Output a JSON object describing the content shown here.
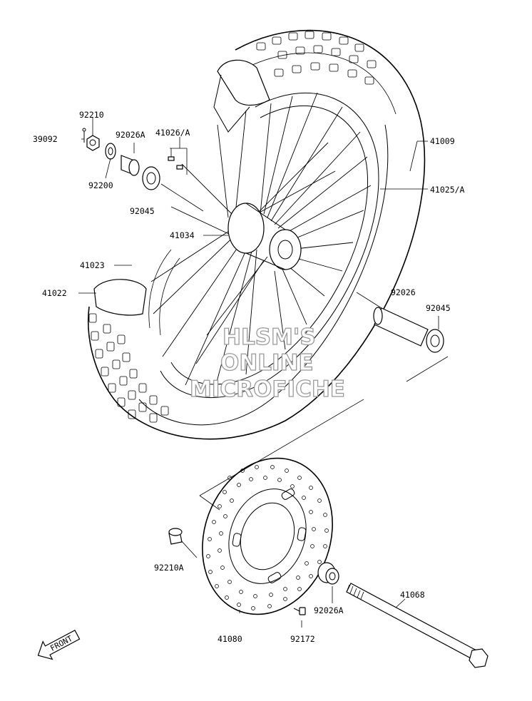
{
  "parts": [
    {
      "id": "p41009",
      "number": "41009"
    },
    {
      "id": "p41025A",
      "number": "41025/A"
    },
    {
      "id": "p92210",
      "number": "92210"
    },
    {
      "id": "p39092",
      "number": "39092"
    },
    {
      "id": "p92026A_top",
      "number": "92026A"
    },
    {
      "id": "p41026A",
      "number": "41026/A"
    },
    {
      "id": "p92200",
      "number": "92200"
    },
    {
      "id": "p92045_top",
      "number": "92045"
    },
    {
      "id": "p41034",
      "number": "41034"
    },
    {
      "id": "p41023",
      "number": "41023"
    },
    {
      "id": "p41022",
      "number": "41022"
    },
    {
      "id": "p92026",
      "number": "92026"
    },
    {
      "id": "p92045_right",
      "number": "92045"
    },
    {
      "id": "p92210A",
      "number": "92210A"
    },
    {
      "id": "p41068",
      "number": "41068"
    },
    {
      "id": "p92026A_bottom",
      "number": "92026A"
    },
    {
      "id": "p41080",
      "number": "41080"
    },
    {
      "id": "p92172",
      "number": "92172"
    }
  ],
  "watermark": {
    "lines": [
      "HLSM'S",
      "ONLINE",
      "MICROFICHE"
    ]
  },
  "front_marker": {
    "text": "FRONT"
  }
}
